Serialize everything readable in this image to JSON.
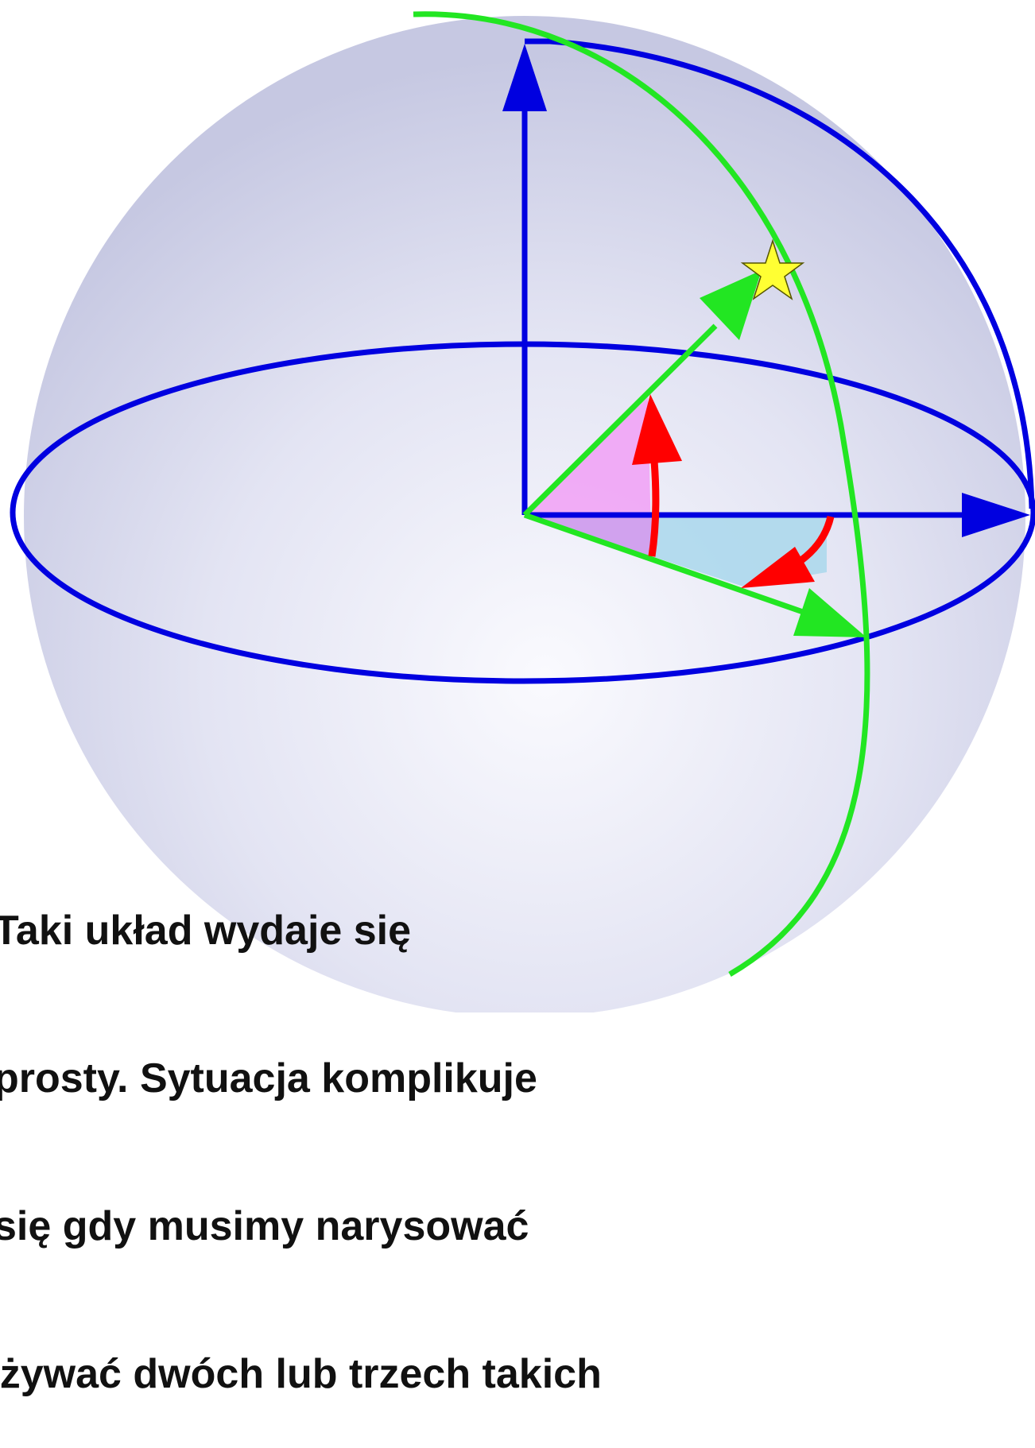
{
  "caption": {
    "lines": [
      "Taki układ wydaje się",
      "prosty. Sytuacja komplikuje",
      "się gdy musimy narysować",
      "używać dwóch lub trzech takich"
    ]
  },
  "colors": {
    "axes": "#0000e0",
    "star_lines": "#22e622",
    "angle_arrows": "#ff0000",
    "star": "#ffff33",
    "elevation_wedge": "#f0a8f5",
    "azimuth_wedge": "#add8ec",
    "sphere": "#d4d6ec"
  },
  "icons": [
    "star-icon"
  ]
}
